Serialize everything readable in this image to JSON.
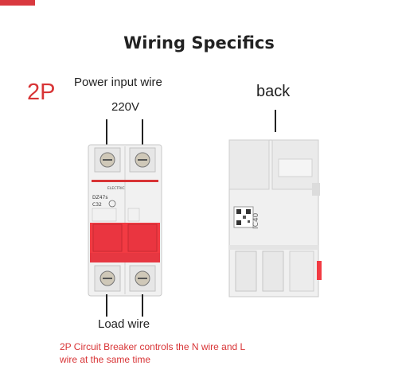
{
  "title": "Wiring Specifics",
  "breaker_type": "2P",
  "power_input_label": "Power input wire",
  "voltage_label": "220V",
  "back_label": "back",
  "load_label": "Load wire",
  "note": "2P Circuit Breaker controls the N wire and L wire at the same time",
  "front_markings": {
    "brand": "ELECTRIC",
    "model": "DZ47s",
    "rating": "C32"
  },
  "back_marking": "IC40",
  "colors": {
    "accent": "#d83436",
    "handle": "#f23b43",
    "body": "#f1f1f1"
  }
}
